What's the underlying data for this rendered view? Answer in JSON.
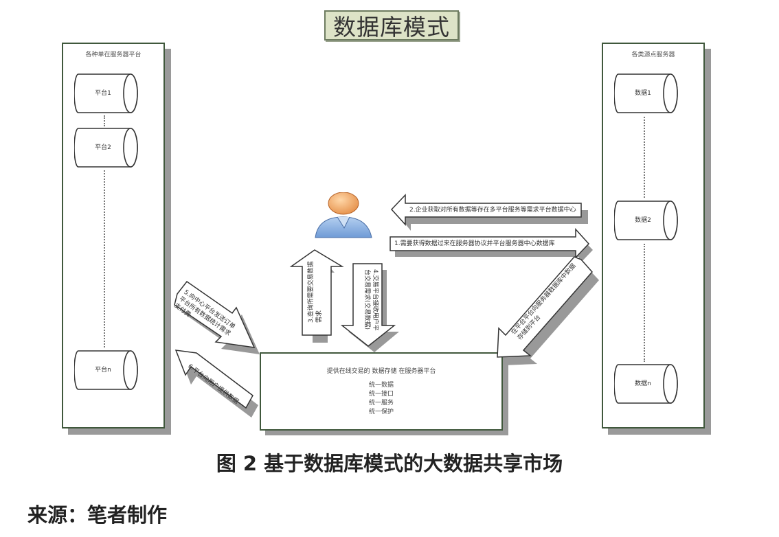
{
  "title": "数据库模式",
  "left_panel": {
    "title": "各种单在服务器平台",
    "platforms": [
      "平台1",
      "平台2",
      "平台n"
    ]
  },
  "right_panel": {
    "title": "各类源点服务器",
    "sources": [
      "数据1",
      "数据2",
      "数据n"
    ]
  },
  "central": {
    "title": "提供在线交易的 数据存储 在服务器平台",
    "items": [
      "统一数据",
      "统一接口",
      "统一服务",
      "统一保护"
    ]
  },
  "arrows": {
    "top_right": "2.企业获取对所有数据等存在多平台服务等需求平台数据中心",
    "mid_right": "1.需要获得数据过来在服务器协议并平台服务器中心数据库",
    "diag_right": "在平台平台向服务器数据库中数据存储到平台",
    "up": "3.查询所需要交易数据需求",
    "down": "4.交易平台接收用户平台交易需求(交易数据)",
    "left_upper": "5.向中心平台发送订单平台所有数据统计需求支付费",
    "left_lower": "6.平台向用户提供数据"
  },
  "caption": "图 2 基于数据库模式的大数据共享市场",
  "source": "来源：笔者制作"
}
